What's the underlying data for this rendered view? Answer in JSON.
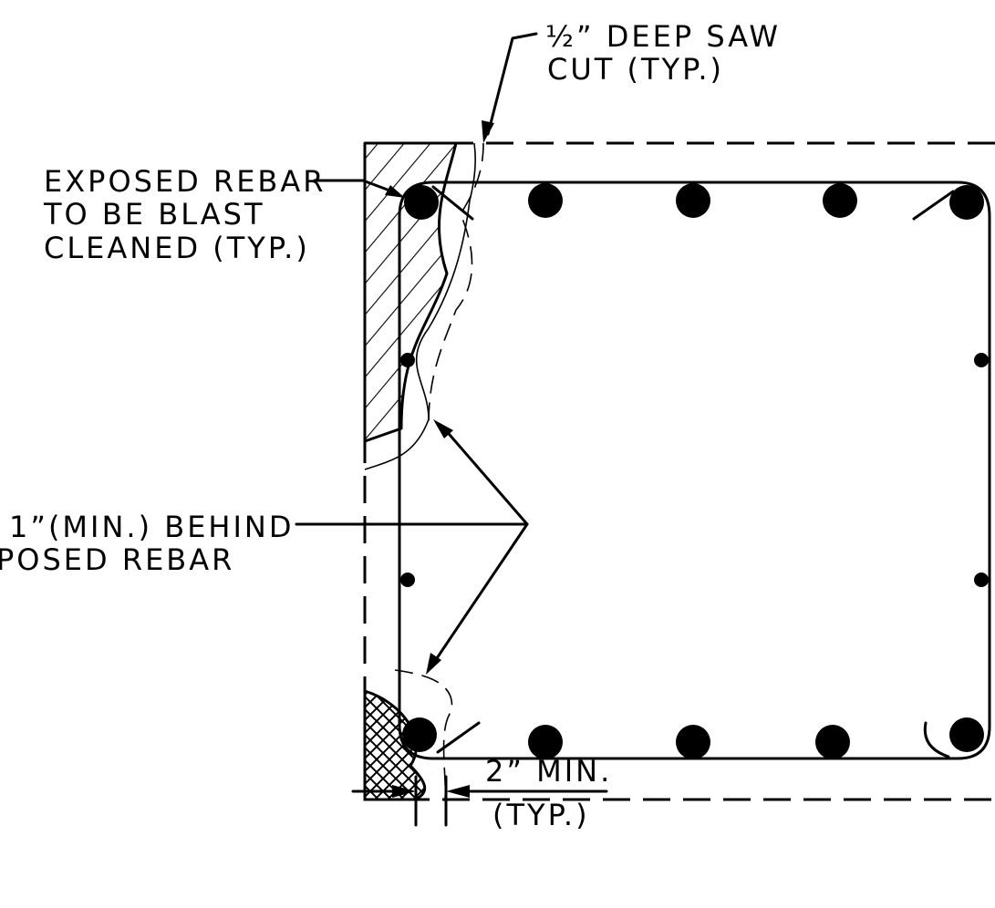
{
  "notes": {
    "saw_cut_line1": "½” DEEP SAW",
    "saw_cut_line2": "CUT (TYP.)",
    "exposed_line1": "EXPOSED REBAR",
    "exposed_line2": "TO BE BLAST",
    "exposed_line3": "CLEANED (TYP.)",
    "behind_line1": "1”(MIN.) BEHIND",
    "behind_line2": "POSED REBAR",
    "dim_line1": "2” MIN.",
    "dim_line2": "(TYP.)"
  }
}
